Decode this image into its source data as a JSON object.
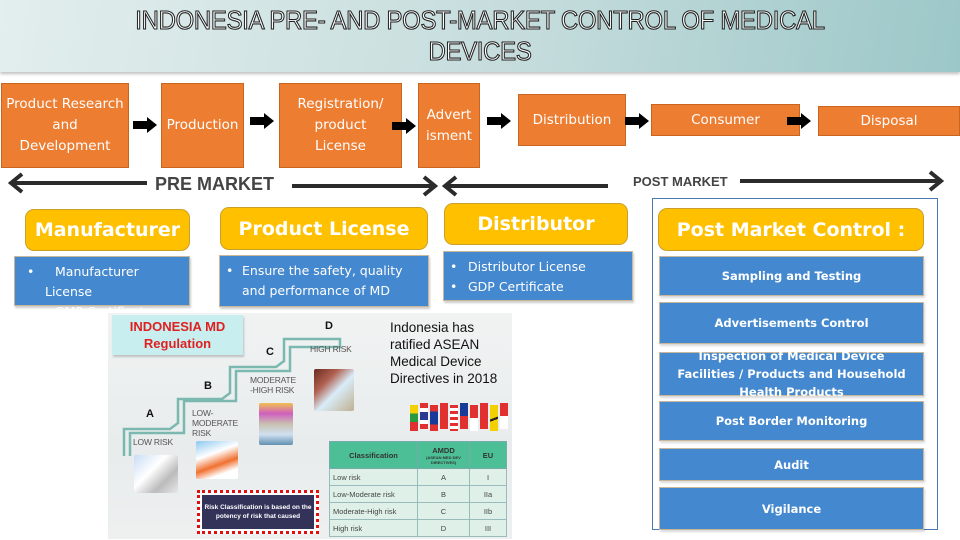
{
  "title": "INDONESIA PRE- AND POST-MARKET CONTROL OF MEDICAL DEVICES",
  "colors": {
    "step_orange": "#ed7d31",
    "header_yellow": "#ffc000",
    "item_blue": "#4488cf",
    "reg_title_red": "#e02020",
    "table_header_green": "#4cbf96"
  },
  "process_steps": [
    {
      "label": "Product Research and Development"
    },
    {
      "label": "Production"
    },
    {
      "label": "Registration/ product License"
    },
    {
      "label": "Advert isment"
    },
    {
      "label": "Distribution"
    },
    {
      "label": "Consumer"
    },
    {
      "label": "Disposal"
    }
  ],
  "market_phases": {
    "pre": "PRE MARKET",
    "post": "POST MARKET"
  },
  "pre_market_sections": [
    {
      "header": "Manufacturer",
      "bullets": [
        "Manufacturer License",
        "GMP Certificate"
      ]
    },
    {
      "header": "Product License",
      "bullets": [
        "Ensure the safety, quality and performance of MD"
      ]
    },
    {
      "header": "Distributor",
      "bullets": [
        "Distributor License",
        "GDP Certificate"
      ]
    }
  ],
  "bullet_glyph": "•",
  "post_market_control": {
    "header": "Post Market Control :",
    "items": [
      "Sampling and Testing",
      "Advertisements Control",
      "Inspection of Medical Device Facilities / Products and Household Health Products",
      "Post Border Monitoring",
      "Audit",
      "Vigilance"
    ]
  },
  "regulation_panel": {
    "title_line1": "INDONESIA MD",
    "title_line2": "Regulation",
    "stairs": [
      {
        "letter": "A",
        "label": "LOW RISK"
      },
      {
        "letter": "B",
        "label": "LOW-MODERATE RISK"
      },
      {
        "letter": "C",
        "label": "MODERATE -HIGH RISK"
      },
      {
        "letter": "D",
        "label": "HIGH RISK"
      }
    ],
    "ratified_text": "Indonesia has ratified ASEAN Medical Device Directives in 2018",
    "risk_note": "Risk Classification is based on the potency of risk that caused",
    "table": {
      "headers": [
        "Classification",
        "AMDD",
        "EU"
      ],
      "amdd_subheader": "(ASEAN MED DEV DIRECTIVES)",
      "rows": [
        [
          "Low risk",
          "A",
          "I"
        ],
        [
          "Low-Moderate risk",
          "B",
          "IIa"
        ],
        [
          "Moderate-High risk",
          "C",
          "IIb"
        ],
        [
          "High risk",
          "D",
          "III"
        ]
      ]
    }
  }
}
